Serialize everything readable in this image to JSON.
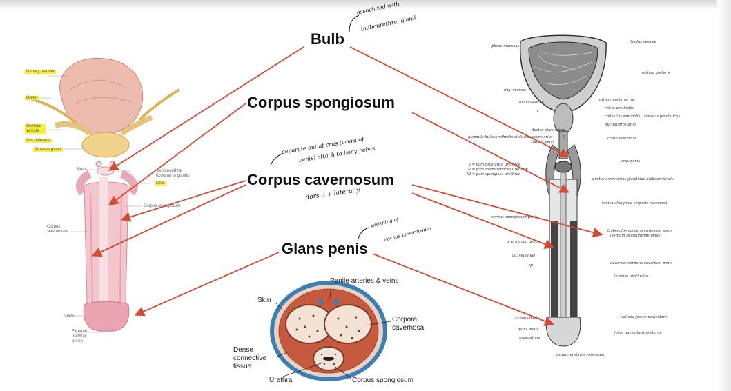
{
  "terms": {
    "bulb": "Bulb",
    "corpus_spongiosum": "Corpus spongiosum",
    "corpus_cavernosum": "Corpus cavernosum",
    "glans_penis": "Glans penis"
  },
  "handwritten": {
    "bulb_note_1": "associated with",
    "bulb_note_2": "bulbourethral gland",
    "cav_note_1": "separate out at crus (crura of",
    "cav_note_2": "penis) attach to bony pelvis",
    "cav_note_3": "dorsal + laterally",
    "glans_note_1": "widening of",
    "glans_note_2": "corpus cavernosum"
  },
  "left_figure": {
    "highlighted": [
      "Urinary bladder",
      "Ureter",
      "Seminal vesicle",
      "Vas deferens",
      "Prostate gland",
      "Crus"
    ],
    "labels": {
      "bulb": "Bulb",
      "bulbourethral_1": "Bulbourethral",
      "bulbourethral_2": "(Cowper's) glands",
      "corpus_spongiosum": "Corpus spongiosum",
      "corpus_cavernosum_1": "Corpus",
      "corpus_cavernosum_2": "cavernosum",
      "glans": "Glans",
      "external_1": "External",
      "external_2": "urethral",
      "external_3": "orifice"
    }
  },
  "cross_section": {
    "penile_arteries": "Penile arteries & veins",
    "skin": "Skin",
    "corpora_1": "Corpora",
    "corpora_2": "cavernosa",
    "dense_1": "Dense",
    "dense_2": "connective",
    "dense_3": "tissue",
    "urethra": "Urethra",
    "corpus_spongiosum": "Corpus spongiosum"
  },
  "right_figure": {
    "labels_right": [
      "fundus vesicae",
      "ostium ureteris",
      "ostium urethrae int.",
      "crista urethralis",
      "colliculus seminalis, utriculus prostaticus",
      "ductuli prostatici",
      "crista urethralis",
      "crus penis",
      "ductus excretorius glandulae bulbourethralis",
      "tunica albuginea corporis cavernosi",
      "trabeculae corporis cavernosi penis",
      "(septum pectiniforme penis)",
      "cavernae corporis cavernosi penis",
      "lacunae urethrales",
      "valvula fossae navicularis",
      "fossa navicularis urethrae",
      "ostium urethrae externum"
    ],
    "labels_left": [
      "plicae mucosae",
      "trig. vesicae",
      "uvula vesicae",
      "ductus ejaculatorii",
      "glandula bulbourethralis et ductus excretorius",
      "bulbus penis",
      "I = pars prostatica urethrae",
      "II = pars membranacea urethrae",
      "III = pars spongiosa urethrae",
      "corpus spongiosum penis",
      "a. profunda penis",
      "aa. helicinae",
      "corona glandis",
      "glans penis",
      "praeputium"
    ],
    "roman": [
      "I",
      "II",
      "III"
    ]
  },
  "colors": {
    "arrow": "#d44a35",
    "highlight": "#f6f03a",
    "tissue_pink": "#f3c6cd",
    "bladder": "#eebcae",
    "cross_blue": "#3d7fb4",
    "cross_red": "#c65a3f"
  }
}
